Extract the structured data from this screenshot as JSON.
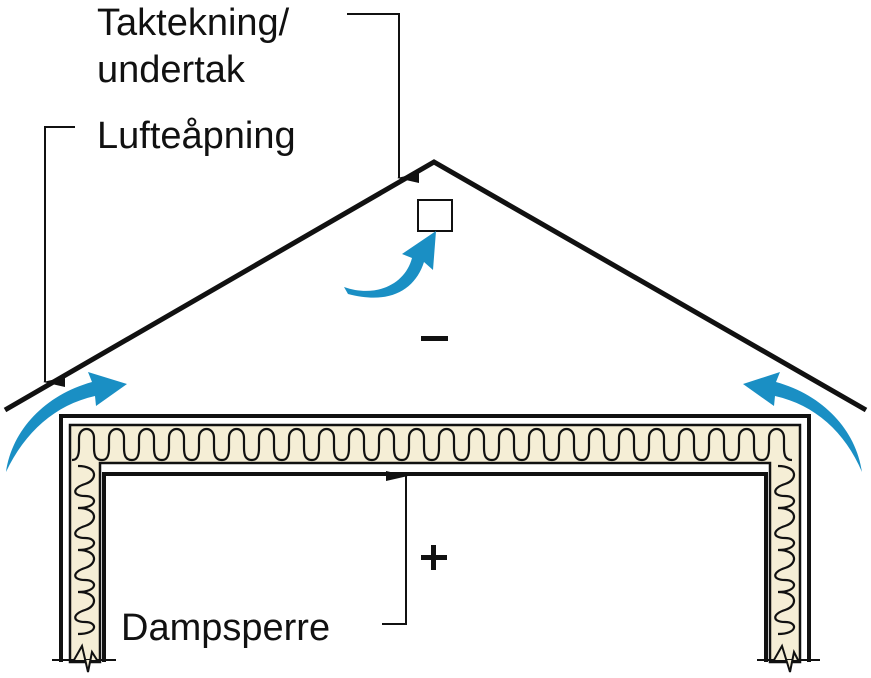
{
  "diagram": {
    "type": "building cross-section (ventilated attic)",
    "labels": {
      "roof_covering_line1": "Taktekning/",
      "roof_covering_line2": "undertak",
      "vent_opening": "Lufteåpning",
      "vapor_barrier": "Dampsperre"
    },
    "pressure_signs": {
      "attic": "–",
      "interior": "+"
    },
    "colors": {
      "line": "#111111",
      "insulation_fill": "#F5EED6",
      "airflow_arrow": "#1A8FC4",
      "background": "#FFFFFF"
    },
    "elements": [
      "roof-line",
      "ridge-vent",
      "airflow-arrow-left-eave",
      "airflow-arrow-right-eave",
      "airflow-arrow-ridge",
      "ceiling-insulation",
      "left-wall-insulation",
      "right-wall-insulation",
      "vapor-barrier-line"
    ]
  }
}
